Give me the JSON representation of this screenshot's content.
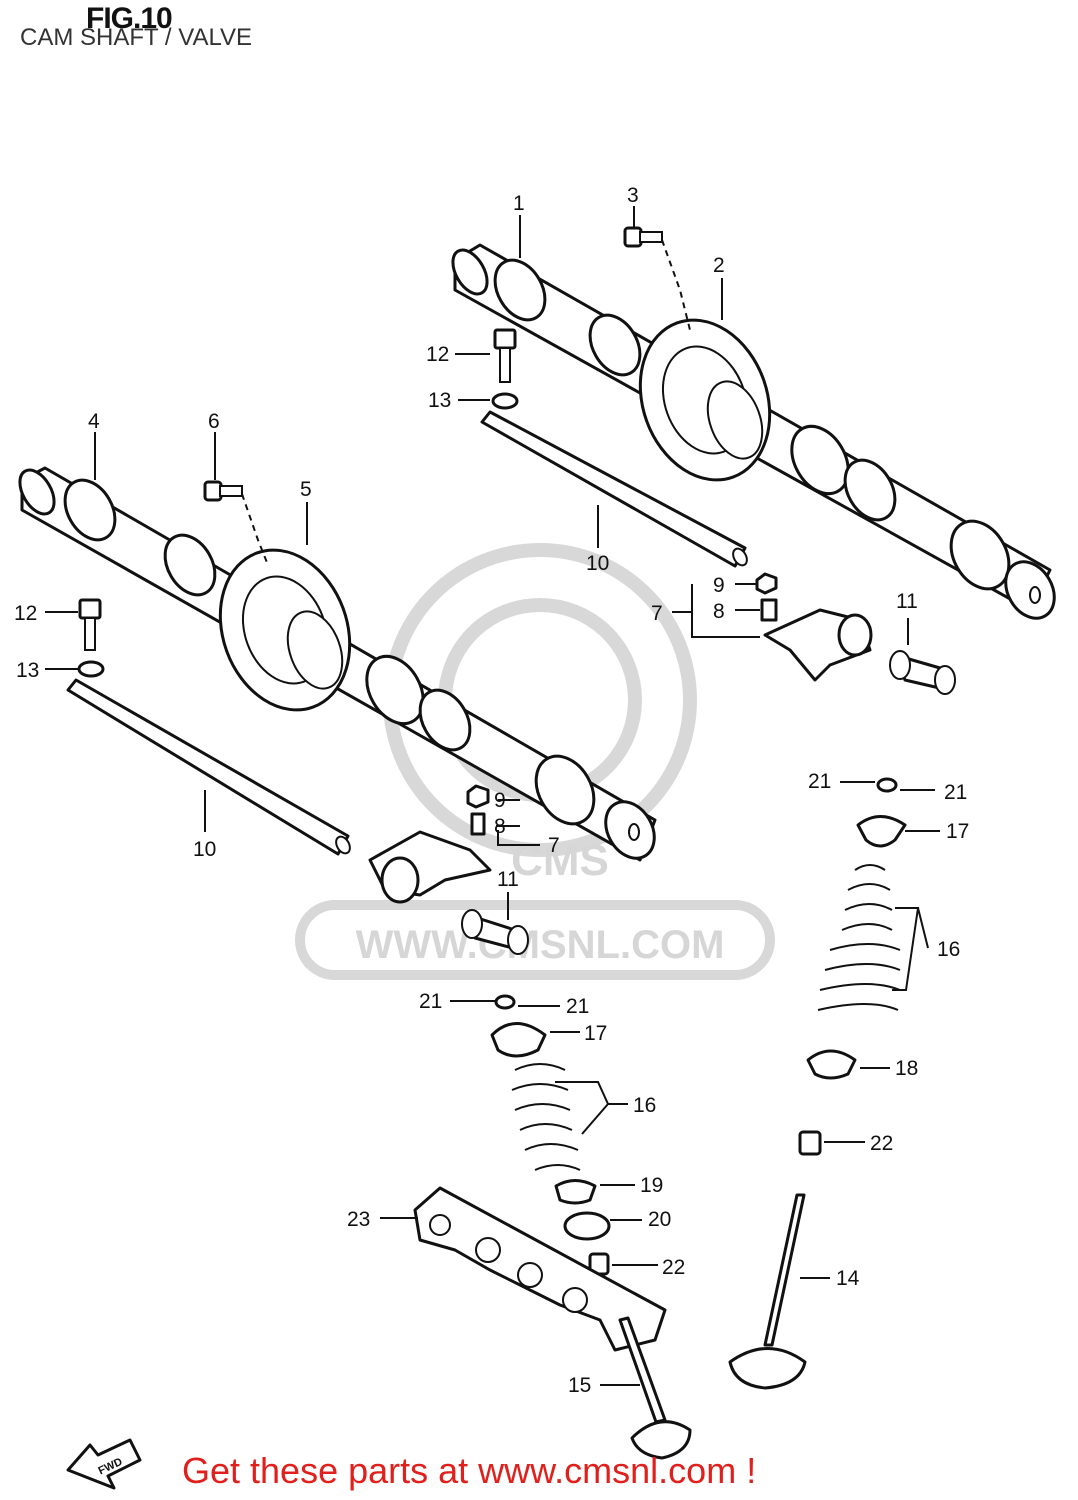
{
  "figure": {
    "title": "FIG.10",
    "subtitle": "CAM SHAFT / VALVE"
  },
  "watermark": {
    "text": "WWW.CMSNL.COM",
    "logo": "CMS"
  },
  "callouts": [
    "1",
    "2",
    "3",
    "4",
    "5",
    "6",
    "7",
    "8",
    "9",
    "10",
    "11",
    "12",
    "13",
    "14",
    "15",
    "16",
    "17",
    "18",
    "19",
    "20",
    "21",
    "22",
    "23"
  ],
  "fwd_label": "FWD",
  "footer": "Get these parts at www.cmsnl.com !",
  "colors": {
    "footer_text": "#e0201c",
    "line": "#111111",
    "watermark": "#d8d8d8"
  }
}
